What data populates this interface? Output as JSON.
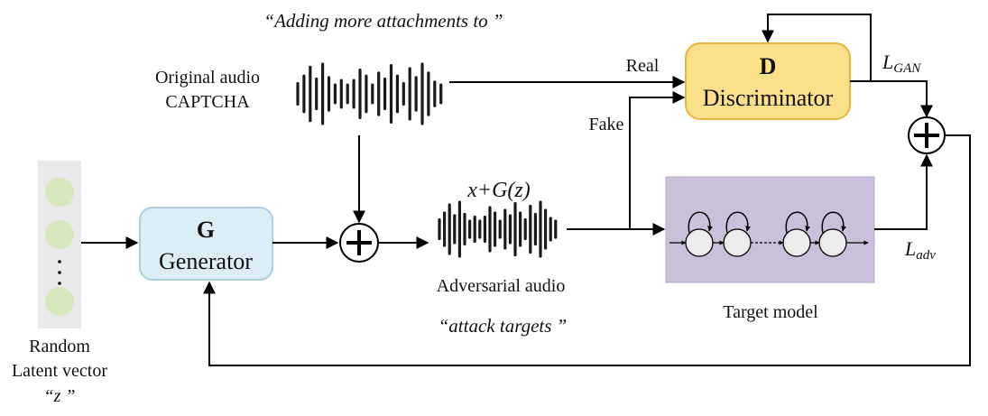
{
  "texts": {
    "top_quote": "“Adding more attachments to ”",
    "original_audio_line1": "Original audio",
    "original_audio_line2": "CAPTCHA",
    "real": "Real",
    "fake": "Fake",
    "d_letter": "D",
    "discriminator": "Discriminator",
    "l_gan_main": "L",
    "l_gan_sub": "GAN",
    "g_letter": "G",
    "generator": "Generator",
    "x_plus_gz": "x+G(z)",
    "adversarial_audio": "Adversarial audio",
    "attack_quote": "“attack targets ”",
    "target_model": "Target model",
    "l_adv_main": "L",
    "l_adv_sub": "adv",
    "random": "Random",
    "latent_vector": "Latent vector",
    "z_quote": "“z ”"
  },
  "colors": {
    "discriminator_fill": "#fbe08a",
    "discriminator_stroke": "#e9b43a",
    "generator_fill": "#dcedf5",
    "generator_stroke": "#a9cfe0",
    "target_fill": "#cbc0d9",
    "target_stroke": "#b3a6c6",
    "latent_fill": "#d7e7bd",
    "latent_bg": "#e9e9e9",
    "waveform": "#1a1a1a"
  }
}
